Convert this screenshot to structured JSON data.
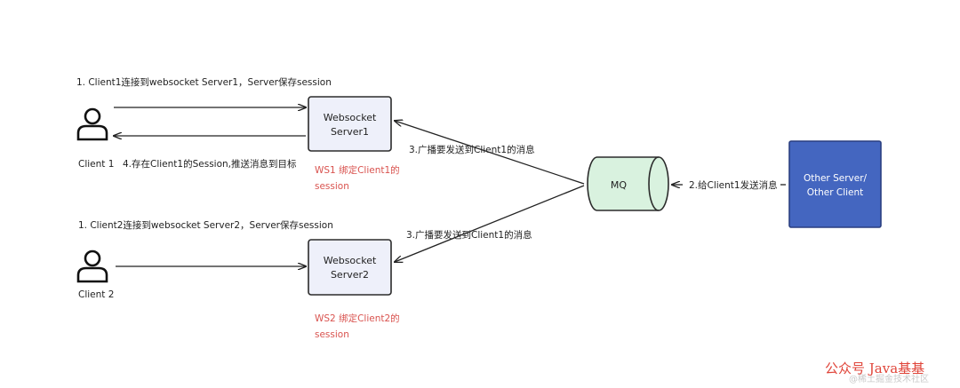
{
  "steps": {
    "client1_connect": "1. Client1连接到websocket Server1，Server保存session",
    "client2_connect": "1. Client2连接到websocket Server2，Server保存session",
    "send_message": "2.给Client1发送消息",
    "broadcast_upper": "3.广播要发送到Client1的消息",
    "broadcast_lower": "3.广播要发送到Client1的消息",
    "push_to_target": "4.存在Client1的Session,推送消息到目标"
  },
  "clients": {
    "client1": "Client 1",
    "client2": "Client 2"
  },
  "servers": {
    "server1": {
      "line1": "Websocket",
      "line2": "Server1"
    },
    "server2": {
      "line1": "Websocket",
      "line2": "Server2"
    }
  },
  "bindings": {
    "ws1": {
      "line1": "WS1 绑定Client1的",
      "line2": "session"
    },
    "ws2": {
      "line1": "WS2 绑定Client2的",
      "line2": "session"
    }
  },
  "mq": {
    "label": "MQ"
  },
  "other": {
    "line1": "Other Server/",
    "line2": "Other Client"
  },
  "watermark": {
    "main": "公众号 Java基基",
    "faint": "@稀土掘金技术社区"
  },
  "colors": {
    "server_fill": "#eef0fa",
    "server_stroke": "#2b2b2b",
    "mq_fill": "#d9f2df",
    "other_fill": "#4466c0",
    "other_stroke": "#2a3f80",
    "binding_text": "#d9534f",
    "watermark": "#e0453a"
  }
}
